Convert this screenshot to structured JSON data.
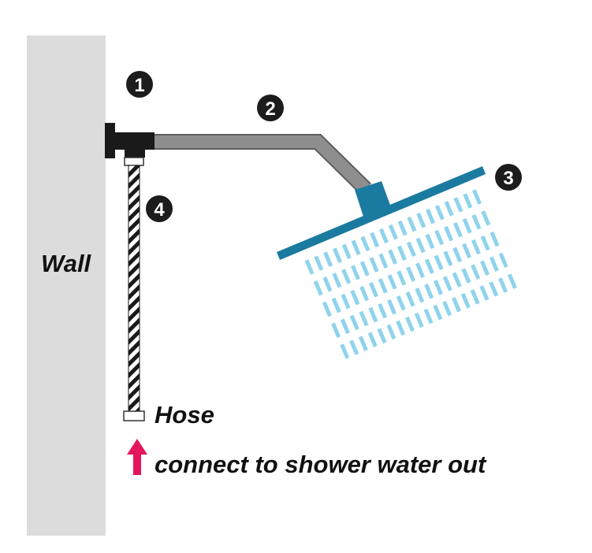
{
  "labels": {
    "wall": "Wall",
    "hose": "Hose",
    "connect": "connect to shower water out"
  },
  "badges": {
    "one": "1",
    "two": "2",
    "three": "3",
    "four": "4"
  },
  "icons": {
    "arrow": "up-arrow-icon"
  },
  "colors": {
    "wall": "#dcdcdc",
    "arm": "#8e8e8e",
    "arm_outline": "#5e5e5e",
    "mount": "#1a1a1a",
    "shower_head": "#1b7aa0",
    "water": "#8fd3ec",
    "badge": "#1c1c1c",
    "arrow": "#e3155e"
  }
}
